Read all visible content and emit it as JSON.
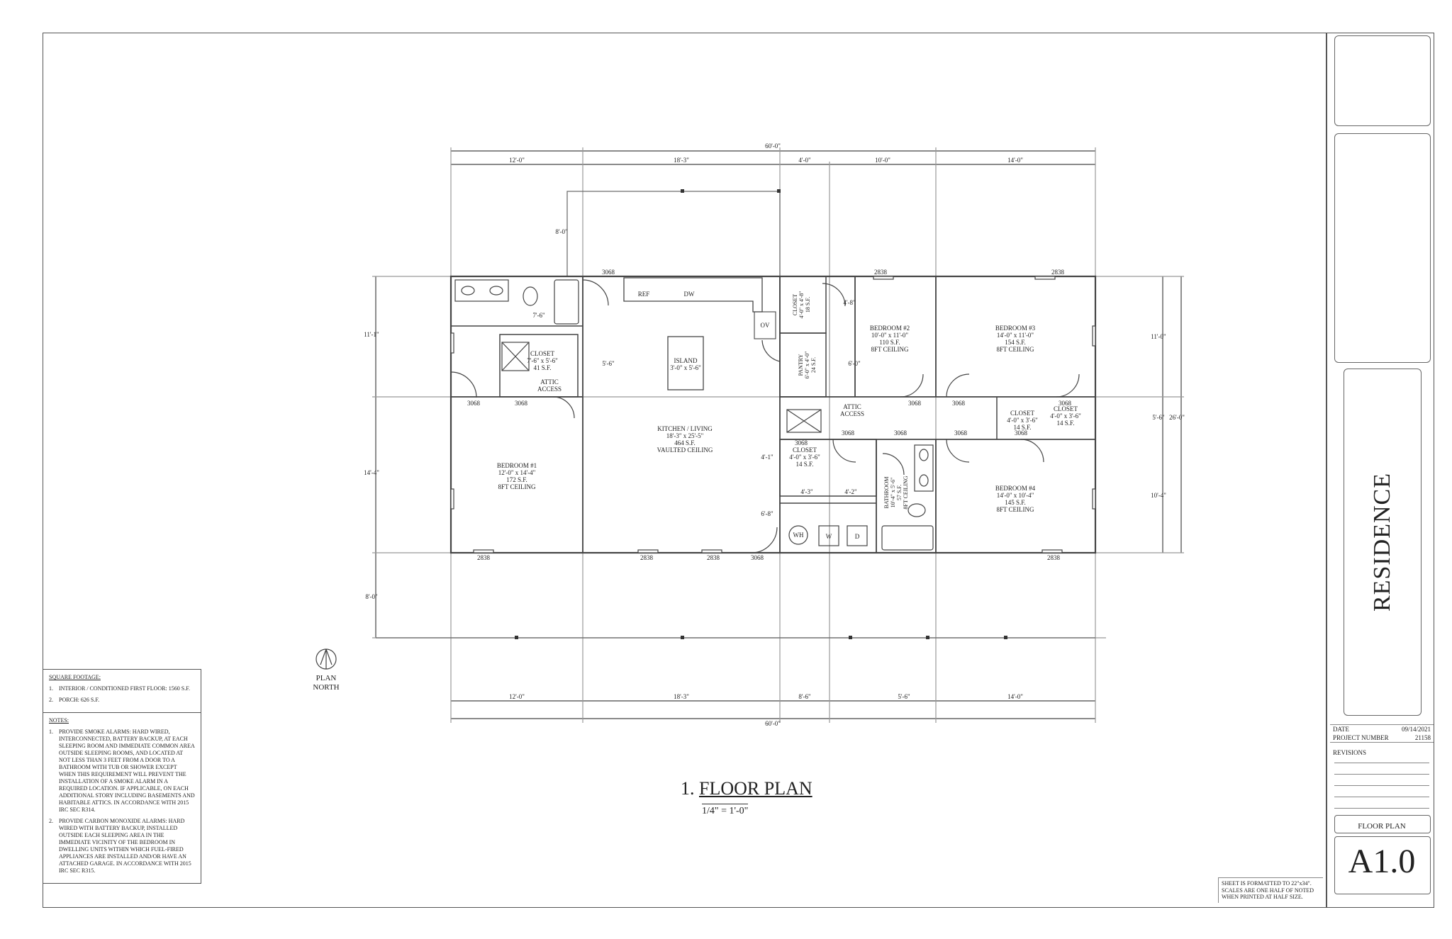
{
  "sheet": {
    "project_name": "RESIDENCE",
    "date_label": "DATE",
    "date_value": "09/14/2021",
    "project_number_label": "PROJECT NUMBER",
    "project_number_value": "21158",
    "revisions_label": "REVISIONS",
    "sheet_title": "FLOOR PLAN",
    "sheet_number": "A1.0",
    "format_note": "SHEET IS FORMATTED TO 22\"x34\". SCALES ARE ONE HALF OF NOTED WHEN PRINTED AT HALF SIZE."
  },
  "plan": {
    "number": "1.",
    "title": "FLOOR PLAN",
    "scale": "1/4\" = 1'-0\"",
    "north_label_1": "PLAN",
    "north_label_2": "NORTH"
  },
  "square_footage": {
    "heading": "SQUARE FOOTAGE:",
    "items": [
      {
        "num": "1.",
        "text": "INTERIOR / CONDITIONED FIRST FLOOR: 1560 S.F."
      },
      {
        "num": "2.",
        "text": "PORCH: 626 S.F."
      }
    ]
  },
  "notes": {
    "heading": "NOTES:",
    "items": [
      {
        "num": "1.",
        "text": "PROVIDE SMOKE ALARMS: HARD WIRED, INTERCONNECTED, BATTERY BACKUP, AT EACH SLEEPING ROOM AND IMMEDIATE COMMON AREA OUTSIDE SLEEPING ROOMS, AND LOCATED AT NOT LESS THAN 3 FEET FROM A DOOR TO A BATHROOM WITH TUB OR SHOWER EXCEPT WHEN THIS REQUIREMENT WILL PREVENT THE INSTALLATION OF A SMOKE ALARM IN A REQUIRED LOCATION. IF APPLICABLE, ON EACH ADDITIONAL STORY INCLUDING BASEMENTS AND HABITABLE ATTICS. IN ACCORDANCE WITH 2015 IRC SEC R314."
      },
      {
        "num": "2.",
        "text": "PROVIDE CARBON MONOXIDE ALARMS: HARD WIRED WITH BATTERY BACKUP, INSTALLED OUTSIDE EACH SLEEPING AREA IN THE IMMEDIATE VICINITY OF THE BEDROOM IN DWELLING UNITS WITHIN WHICH FUEL-FIRED APPLIANCES ARE INSTALLED AND/OR HAVE AN ATTACHED GARAGE. IN ACCORDANCE WITH 2015 IRC SEC R315."
      }
    ]
  },
  "dimensions": {
    "overall": "60'-0\"",
    "top_segments": [
      "12'-0\"",
      "18'-3\"",
      "4'-0\"",
      "10'-0\"",
      "14'-0\""
    ],
    "bottom_segments": [
      "12'-0\"",
      "18'-3\"",
      "8'-6\"",
      "5'-6\"",
      "14'-0\""
    ],
    "left": [
      "11'-1\"",
      "14'-4\""
    ],
    "right": [
      "11'-0\"",
      "5'-6\"",
      "10'-4\"",
      "26'-0\""
    ],
    "porch_depth": "8'-0\"",
    "misc": [
      "7'-6\"",
      "5'-6\"",
      "6'-0\"",
      "4'-1\"",
      "4'-3\"",
      "4'-2\"",
      "6'-8\"",
      "4'-8\""
    ]
  },
  "rooms": [
    {
      "id": "bedroom1",
      "lines": [
        "BEDROOM #1",
        "12'-0\" x 14'-4\"",
        "172 S.F.",
        "8FT CEILING"
      ]
    },
    {
      "id": "kitchen",
      "lines": [
        "KITCHEN / LIVING",
        "18'-3\" x 25'-5\"",
        "464 S.F.",
        "VAULTED CEILING"
      ]
    },
    {
      "id": "island",
      "lines": [
        "ISLAND",
        "3'-0\" x 5'-6\""
      ]
    },
    {
      "id": "closet_master",
      "lines": [
        "CLOSET",
        "7'-6\" x 5'-6\"",
        "41 S.F."
      ]
    },
    {
      "id": "bedroom2",
      "lines": [
        "BEDROOM #2",
        "10'-0\" x 11'-0\"",
        "110 S.F.",
        "8FT CEILING"
      ]
    },
    {
      "id": "bedroom3",
      "lines": [
        "BEDROOM #3",
        "14'-0\" x 11'-0\"",
        "154 S.F.",
        "8FT CEILING"
      ]
    },
    {
      "id": "bedroom4",
      "lines": [
        "BEDROOM #4",
        "14'-0\" x 10'-4\"",
        "145 S.F.",
        "8FT CEILING"
      ]
    },
    {
      "id": "closet_hall",
      "lines": [
        "CLOSET",
        "4'-0\" x 3'-6\"",
        "14 S.F."
      ]
    },
    {
      "id": "closet_b4",
      "lines": [
        "CLOSET",
        "4'-0\" x 3'-6\"",
        "14 S.F."
      ]
    },
    {
      "id": "closet_b3",
      "lines": [
        "CLOSET",
        "4'-0\" x 3'-6\"",
        "14 S.F."
      ]
    }
  ],
  "rotated_rooms": [
    {
      "id": "closet_top",
      "lines": [
        "CLOSET",
        "4'-0\" x 4'-8\"",
        "18 S.F."
      ]
    },
    {
      "id": "pantry",
      "lines": [
        "PANTRY",
        "6'-0\" x 4'-0\"",
        "24 S.F."
      ]
    },
    {
      "id": "bathroom2",
      "lines": [
        "BATHROOM",
        "10'-4\" x 5'-6\"",
        "57 S.F.",
        "8FT CEILING"
      ]
    }
  ],
  "callouts": {
    "attic_access": [
      "ATTIC",
      "ACCESS"
    ],
    "appliances": [
      "REF",
      "DW",
      "OV",
      "WH",
      "W",
      "D"
    ],
    "door_code": "3068",
    "window_code": "2838",
    "bifold_code": "3068"
  }
}
